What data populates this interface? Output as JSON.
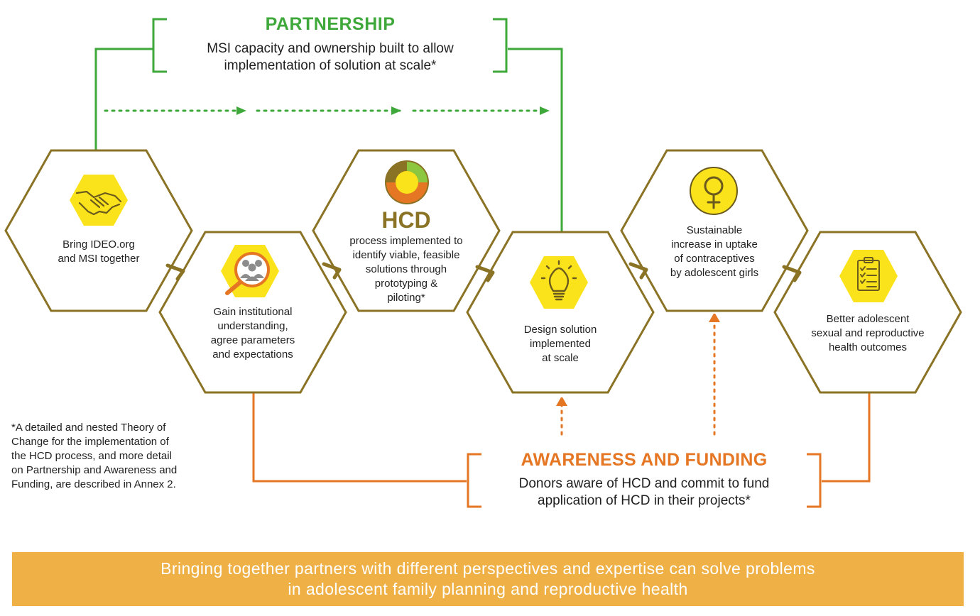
{
  "colors": {
    "hex_outline": "#8b7326",
    "hex_fill": "#ffffff",
    "icon_fill": "#fbe31b",
    "partnership_green": "#3ea83a",
    "awareness_orange": "#e57623",
    "banner_bg": "#efb046",
    "banner_text": "#ffffff"
  },
  "partnership": {
    "heading": "PARTNERSHIP",
    "line1": "MSI capacity and ownership built to allow",
    "line2": "implementation of solution at scale*"
  },
  "awareness": {
    "heading": "AWARENESS AND FUNDING",
    "line1": "Donors aware of HCD and commit to fund",
    "line2": "application of HCD in their projects*"
  },
  "hexagons": [
    {
      "icon": "handshake-icon",
      "lines": [
        "Bring IDEO.org",
        "and MSI together"
      ]
    },
    {
      "icon": "magnifier-people-icon",
      "lines": [
        "Gain institutional",
        "understanding,",
        "agree parameters",
        "and expectations"
      ]
    },
    {
      "icon": "hcd-cycle-icon",
      "title": "HCD",
      "lines": [
        "process implemented to",
        "identify viable, feasible",
        "solutions through",
        "prototyping &",
        "piloting*"
      ]
    },
    {
      "icon": "lightbulb-icon",
      "lines": [
        "Design solution",
        "implemented",
        "at scale"
      ]
    },
    {
      "icon": "female-symbol-icon",
      "lines": [
        "Sustainable",
        "increase in uptake",
        "of contraceptives",
        "by adolescent girls"
      ]
    },
    {
      "icon": "clipboard-checklist-icon",
      "lines": [
        "Better adolescent",
        "sexual and reproductive",
        "health outcomes"
      ]
    }
  ],
  "footnote": {
    "lines": [
      "*A detailed and nested Theory of",
      "Change for the implementation of",
      "the HCD process, and more detail",
      "on Partnership and Awareness and",
      "Funding, are described in Annex 2."
    ]
  },
  "banner": {
    "line1": "Bringing together partners with different perspectives and expertise can solve problems",
    "line2": "in adolescent family planning and reproductive health"
  }
}
